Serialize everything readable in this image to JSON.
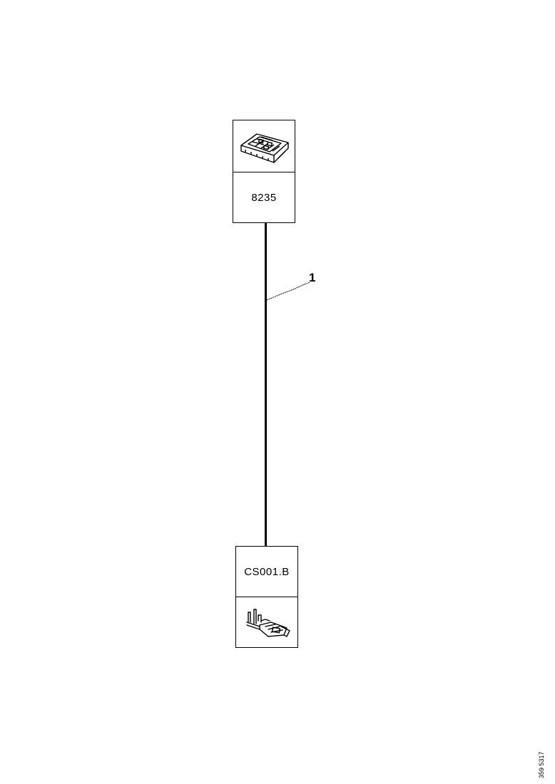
{
  "diagram": {
    "top_connector": {
      "label": "8235",
      "icon": "connector-housing-icon"
    },
    "bottom_connector": {
      "label": "CS001.B",
      "icon": "terminal-pin-icon"
    },
    "wire": {
      "callout": "1"
    },
    "reference_code": "359 5317"
  }
}
